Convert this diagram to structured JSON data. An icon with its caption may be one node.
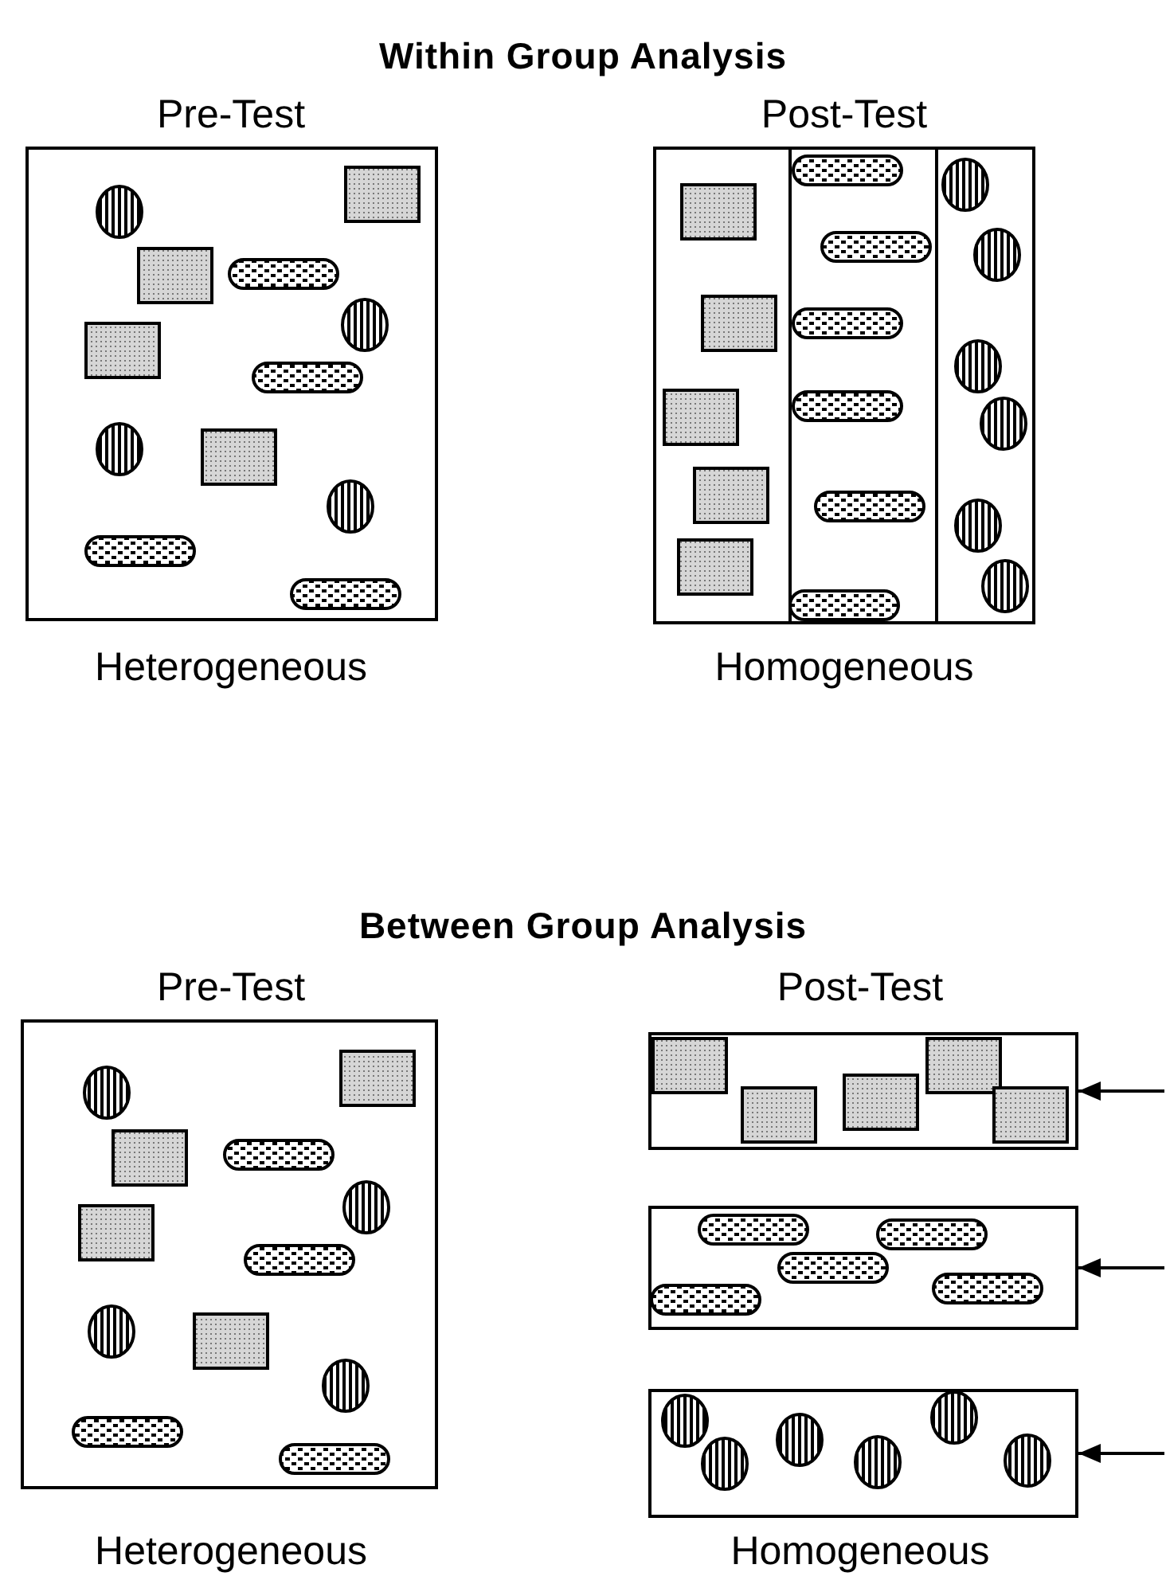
{
  "diagram": {
    "nodes": [
      {
        "text": [
          "Pre-Test"
        ],
        "beside": [
          "Heterogeneous"
        ]
      },
      {
        "text": [
          "Post-Test"
        ],
        "beside": [
          "Homogeneous"
        ]
      },
      {
        "text": [
          "Pre-Test"
        ],
        "beside": [
          "Heterogeneous"
        ]
      },
      {
        "text": [
          "Post-Test"
        ]
      },
      {
        "text": [],
        "shape": "box"
      },
      {
        "text": [],
        "shape": "box",
        "beside": [
          "Homogeneous"
        ]
      }
    ],
    "edges": [
      {
        "from": null,
        "to": 3,
        "arrow": "to"
      },
      {
        "from": null,
        "to": 4,
        "arrow": "to"
      },
      {
        "from": null,
        "to": 5,
        "arrow": "to"
      }
    ],
    "labels": [
      "Within Group Analysis",
      "Between Group Analysis"
    ]
  }
}
